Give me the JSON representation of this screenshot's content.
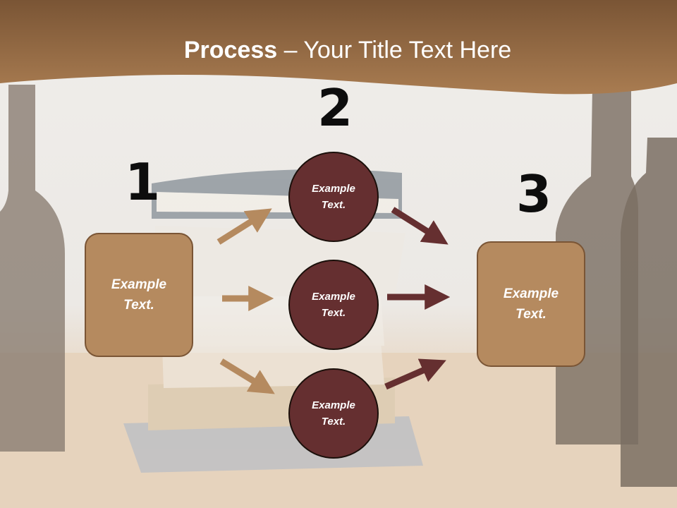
{
  "title": {
    "bold": "Process",
    "rest": " – Your Title Text Here"
  },
  "steps": {
    "one": {
      "number": "1",
      "label": "Example Text."
    },
    "two": {
      "number": "2"
    },
    "three": {
      "number": "3",
      "label": "Example Text."
    }
  },
  "circles": [
    {
      "label": "Example Text."
    },
    {
      "label": "Example Text."
    },
    {
      "label": "Example Text."
    }
  ],
  "colors": {
    "banner": "#9b7048",
    "box_fill": "#b58a5f",
    "circle_fill": "#652f30",
    "arrow_left": "#b58a5f",
    "arrow_right": "#652f30"
  },
  "background_image": "books and bottles photo"
}
